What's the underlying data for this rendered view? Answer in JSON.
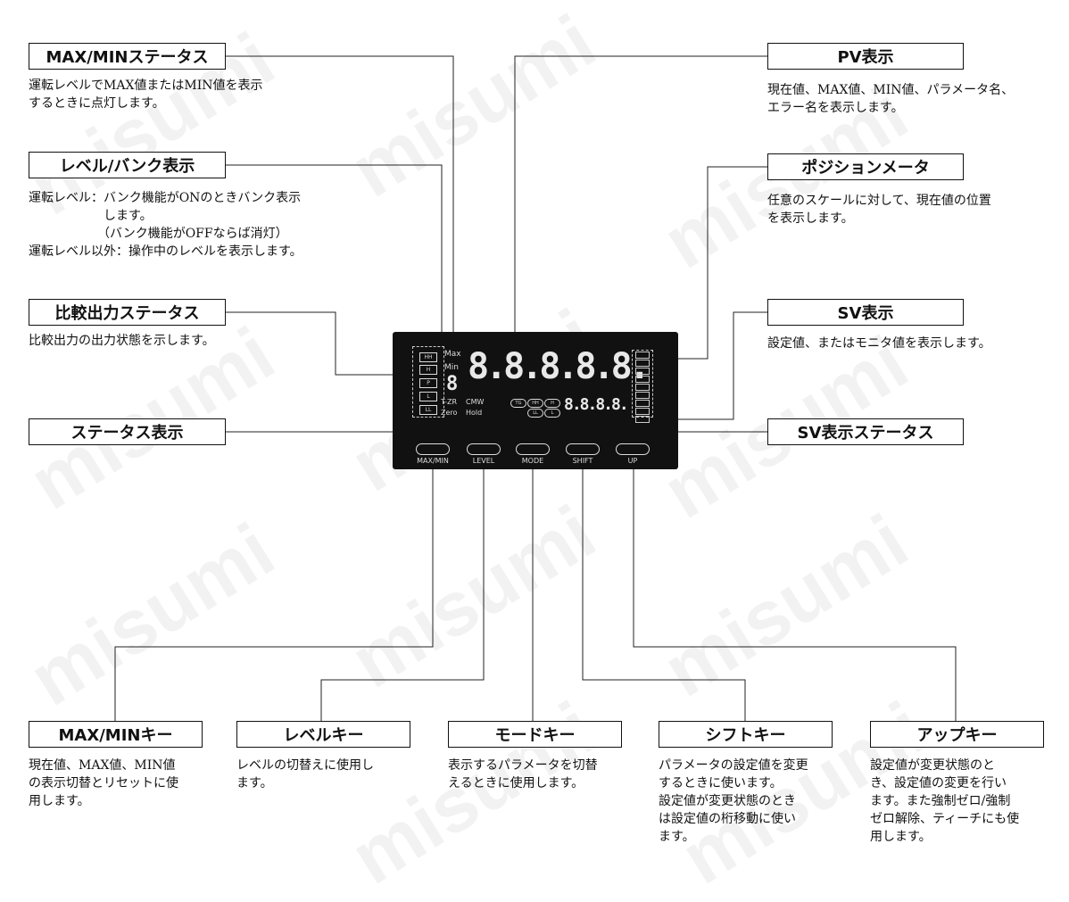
{
  "labels": {
    "max_min_status": {
      "title": "MAX/MINステータス",
      "desc": "運転レベルでMAX値またはMIN値を表示\nするときに点灯します。"
    },
    "level_bank": {
      "title": "レベル/バンク表示",
      "desc": "運転レベル：バンク機能がONのときバンク表示\n　　　　　　します。\n　　　　　　（バンク機能がOFFならば消灯）\n運転レベル以外：操作中のレベルを表示します。"
    },
    "compare_output": {
      "title": "比較出力ステータス",
      "desc": "比較出力の出力状態を示します。"
    },
    "status_display": {
      "title": "ステータス表示"
    },
    "pv_display": {
      "title": "PV表示",
      "desc": "現在値、MAX値、MIN値、パラメータ名、\nエラー名を表示します。"
    },
    "position_meter": {
      "title": "ポジションメータ",
      "desc": "任意のスケールに対して、現在値の位置\nを表示します。"
    },
    "sv_display": {
      "title": "SV表示",
      "desc": "設定値、またはモニタ値を表示します。"
    },
    "sv_status": {
      "title": "SV表示ステータス"
    }
  },
  "keys": {
    "max_min": {
      "title": "MAX/MINキー",
      "desc": "現在値、MAX値、MIN値\nの表示切替とリセットに使\n用します。"
    },
    "level": {
      "title": "レベルキー",
      "desc": "レベルの切替えに使用し\nます。"
    },
    "mode": {
      "title": "モードキー",
      "desc": "表示するパラメータを切替\nえるときに使用します。"
    },
    "shift": {
      "title": "シフトキー",
      "desc": "パラメータの設定値を変更\nするときに使います。\n設定値が変更状態のとき\nは設定値の桁移動に使い\nます。"
    },
    "up": {
      "title": "アップキー",
      "desc": "設定値が変更状態のと\nき、設定値の変更を行い\nます。また強制ゼロ/強制\nゼロ解除、ティーチにも使\n用します。"
    }
  },
  "panel": {
    "pv_digits": "8.8.8.8.8.",
    "sv_digits": "8.8.8.8.",
    "bank_digit": "8",
    "status_boxes": [
      "HH",
      "H",
      "P",
      "L",
      "LL"
    ],
    "max_label": "Max",
    "min_label": "Min",
    "status_texts": {
      "tzr": "T-ZR",
      "cmw": "CMW",
      "zero": "Zero",
      "hold": "Hold"
    },
    "sv_status_pills": [
      "TG",
      "HH",
      "H",
      "LL",
      "L"
    ],
    "key_labels": [
      "MAX/MIN",
      "LEVEL",
      "MODE",
      "SHIFT",
      "UP"
    ]
  },
  "watermark": "misumi"
}
